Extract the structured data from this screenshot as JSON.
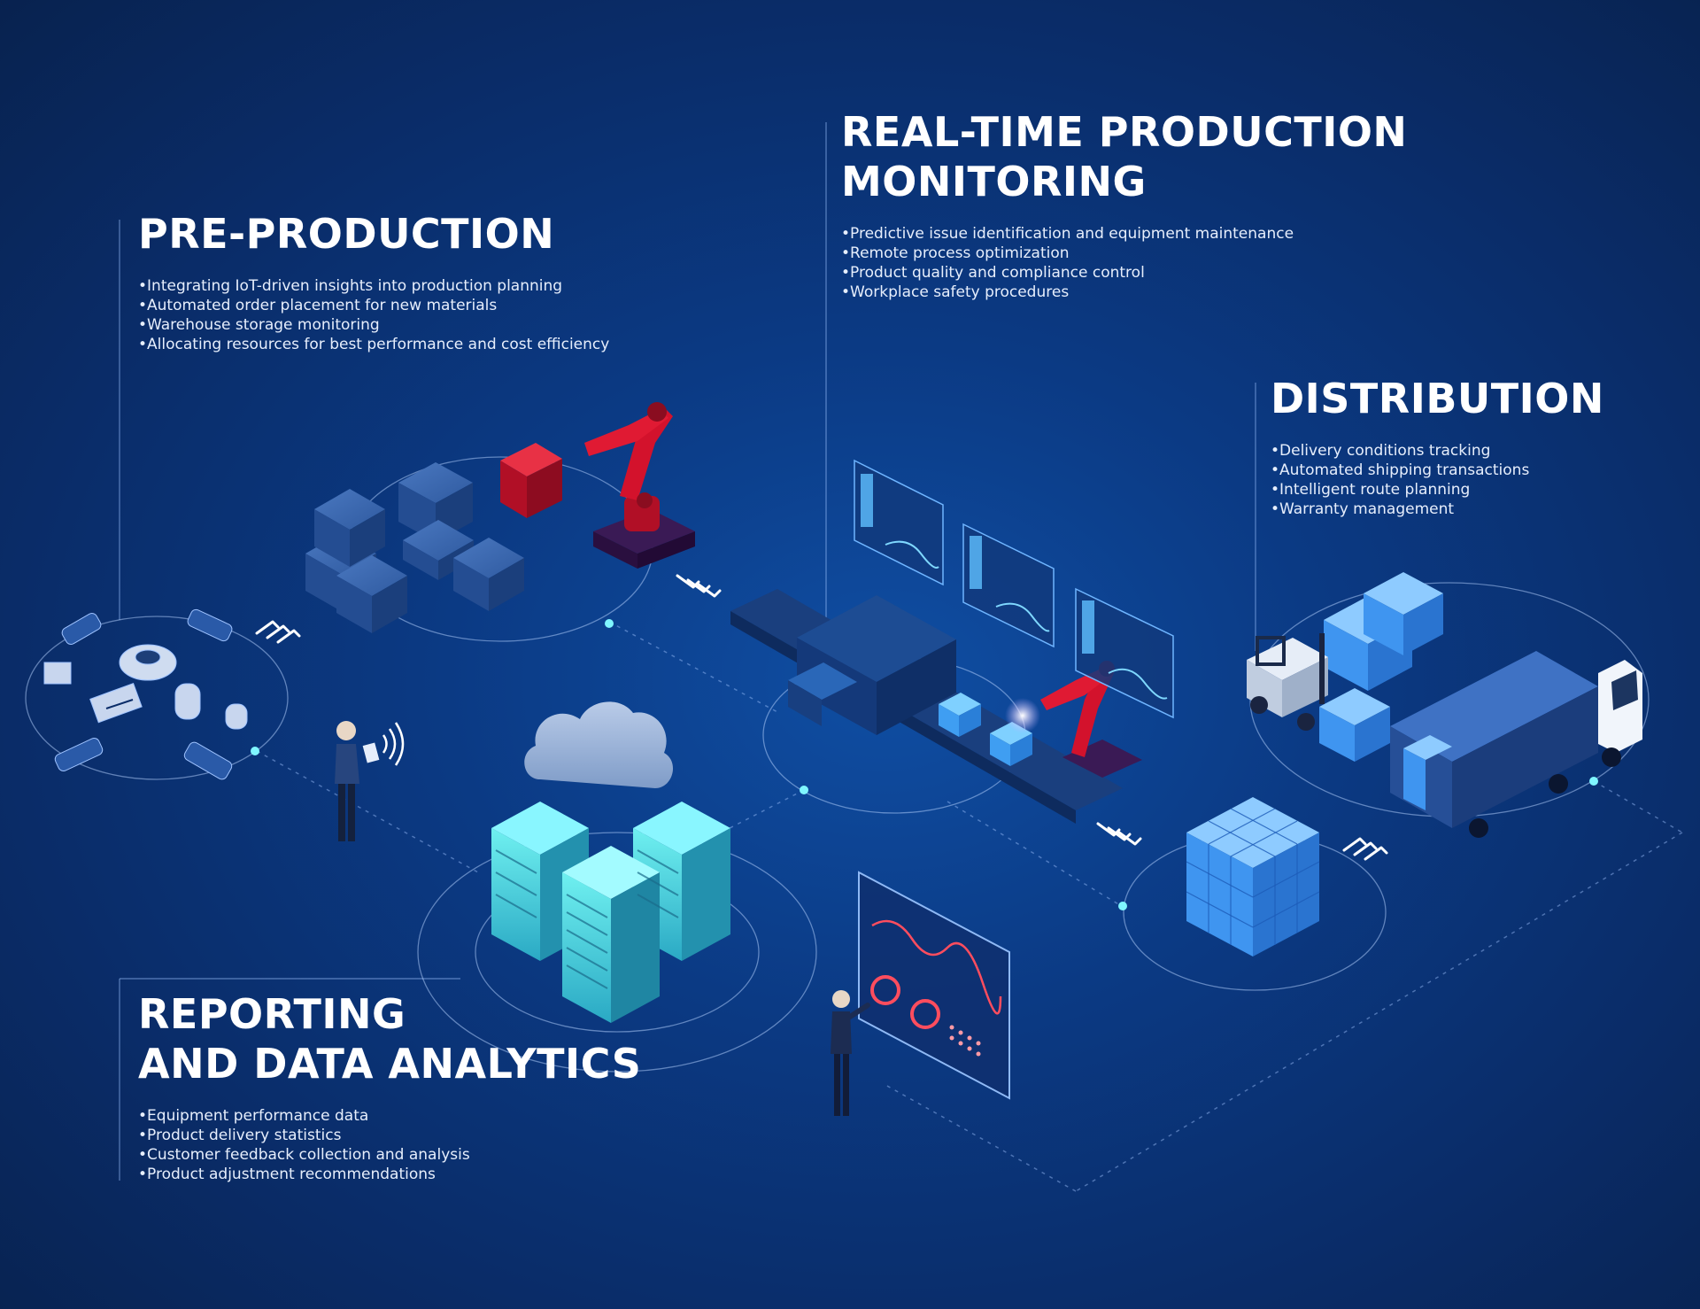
{
  "colors": {
    "background": "#0b3a84",
    "text": "#ffffff",
    "robot_arm": "#d3122c",
    "server_glow": "#4fe0e8",
    "cube_blue": "#3a8ef0",
    "line": "#9fc3ff"
  },
  "sections": {
    "pre_production": {
      "title": "PRE-PRODUCTION",
      "bullets": [
        "Integrating IoT-driven insights into production planning",
        "Automated order placement for new materials",
        "Warehouse storage monitoring",
        "Allocating resources for best performance and cost efficiency"
      ]
    },
    "realtime": {
      "title_line1": "REAL-TIME PRODUCTION",
      "title_line2": "MONITORING",
      "bullets": [
        "Predictive issue identification and equipment maintenance",
        "Remote process optimization",
        "Product quality and compliance control",
        "Workplace safety procedures"
      ]
    },
    "distribution": {
      "title": "DISTRIBUTION",
      "bullets": [
        "Delivery conditions tracking",
        "Automated shipping transactions",
        "Intelligent route planning",
        "Warranty management"
      ]
    },
    "reporting": {
      "title_line1": "REPORTING",
      "title_line2": "AND DATA ANALYTICS",
      "bullets": [
        "Equipment performance data",
        "Product delivery statistics",
        "Customer feedback collection and analysis",
        "Product adjustment recommendations"
      ]
    }
  },
  "icons": [
    "machine-parts-icon",
    "warehouse-boxes-icon",
    "red-robot-arm-icon",
    "conveyor-machine-icon",
    "monitoring-screens-icon",
    "cube-stack-icon",
    "forklift-icon",
    "delivery-truck-icon",
    "cloud-server-icon",
    "engineer-tablet-icon",
    "analytics-dashboard-icon",
    "analyst-person-icon",
    "flow-arrow-icon"
  ]
}
